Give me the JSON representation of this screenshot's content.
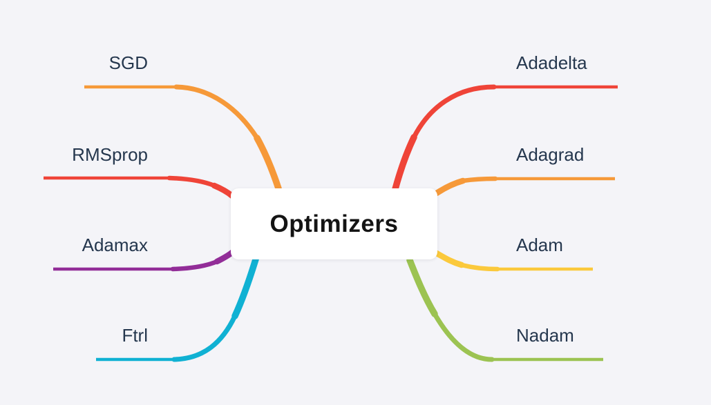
{
  "background": "#F4F4F8",
  "label_color": "#25374E",
  "center": {
    "label": "Optimizers",
    "text_color": "#141414",
    "bg_color": "#FFFFFF"
  },
  "branches": [
    {
      "id": "sgd",
      "label": "SGD",
      "color": "#F69939",
      "side": "left"
    },
    {
      "id": "rmsprop",
      "label": "RMSprop",
      "color": "#EF4438",
      "side": "left"
    },
    {
      "id": "adamax",
      "label": "Adamax",
      "color": "#922D98",
      "side": "left"
    },
    {
      "id": "ftrl",
      "label": "Ftrl",
      "color": "#10B1D3",
      "side": "left"
    },
    {
      "id": "adadelta",
      "label": "Adadelta",
      "color": "#EF4438",
      "side": "right"
    },
    {
      "id": "adagrad",
      "label": "Adagrad",
      "color": "#F69939",
      "side": "right"
    },
    {
      "id": "adam",
      "label": "Adam",
      "color": "#FBC93C",
      "side": "right"
    },
    {
      "id": "nadam",
      "label": "Nadam",
      "color": "#9CC352",
      "side": "right"
    }
  ]
}
